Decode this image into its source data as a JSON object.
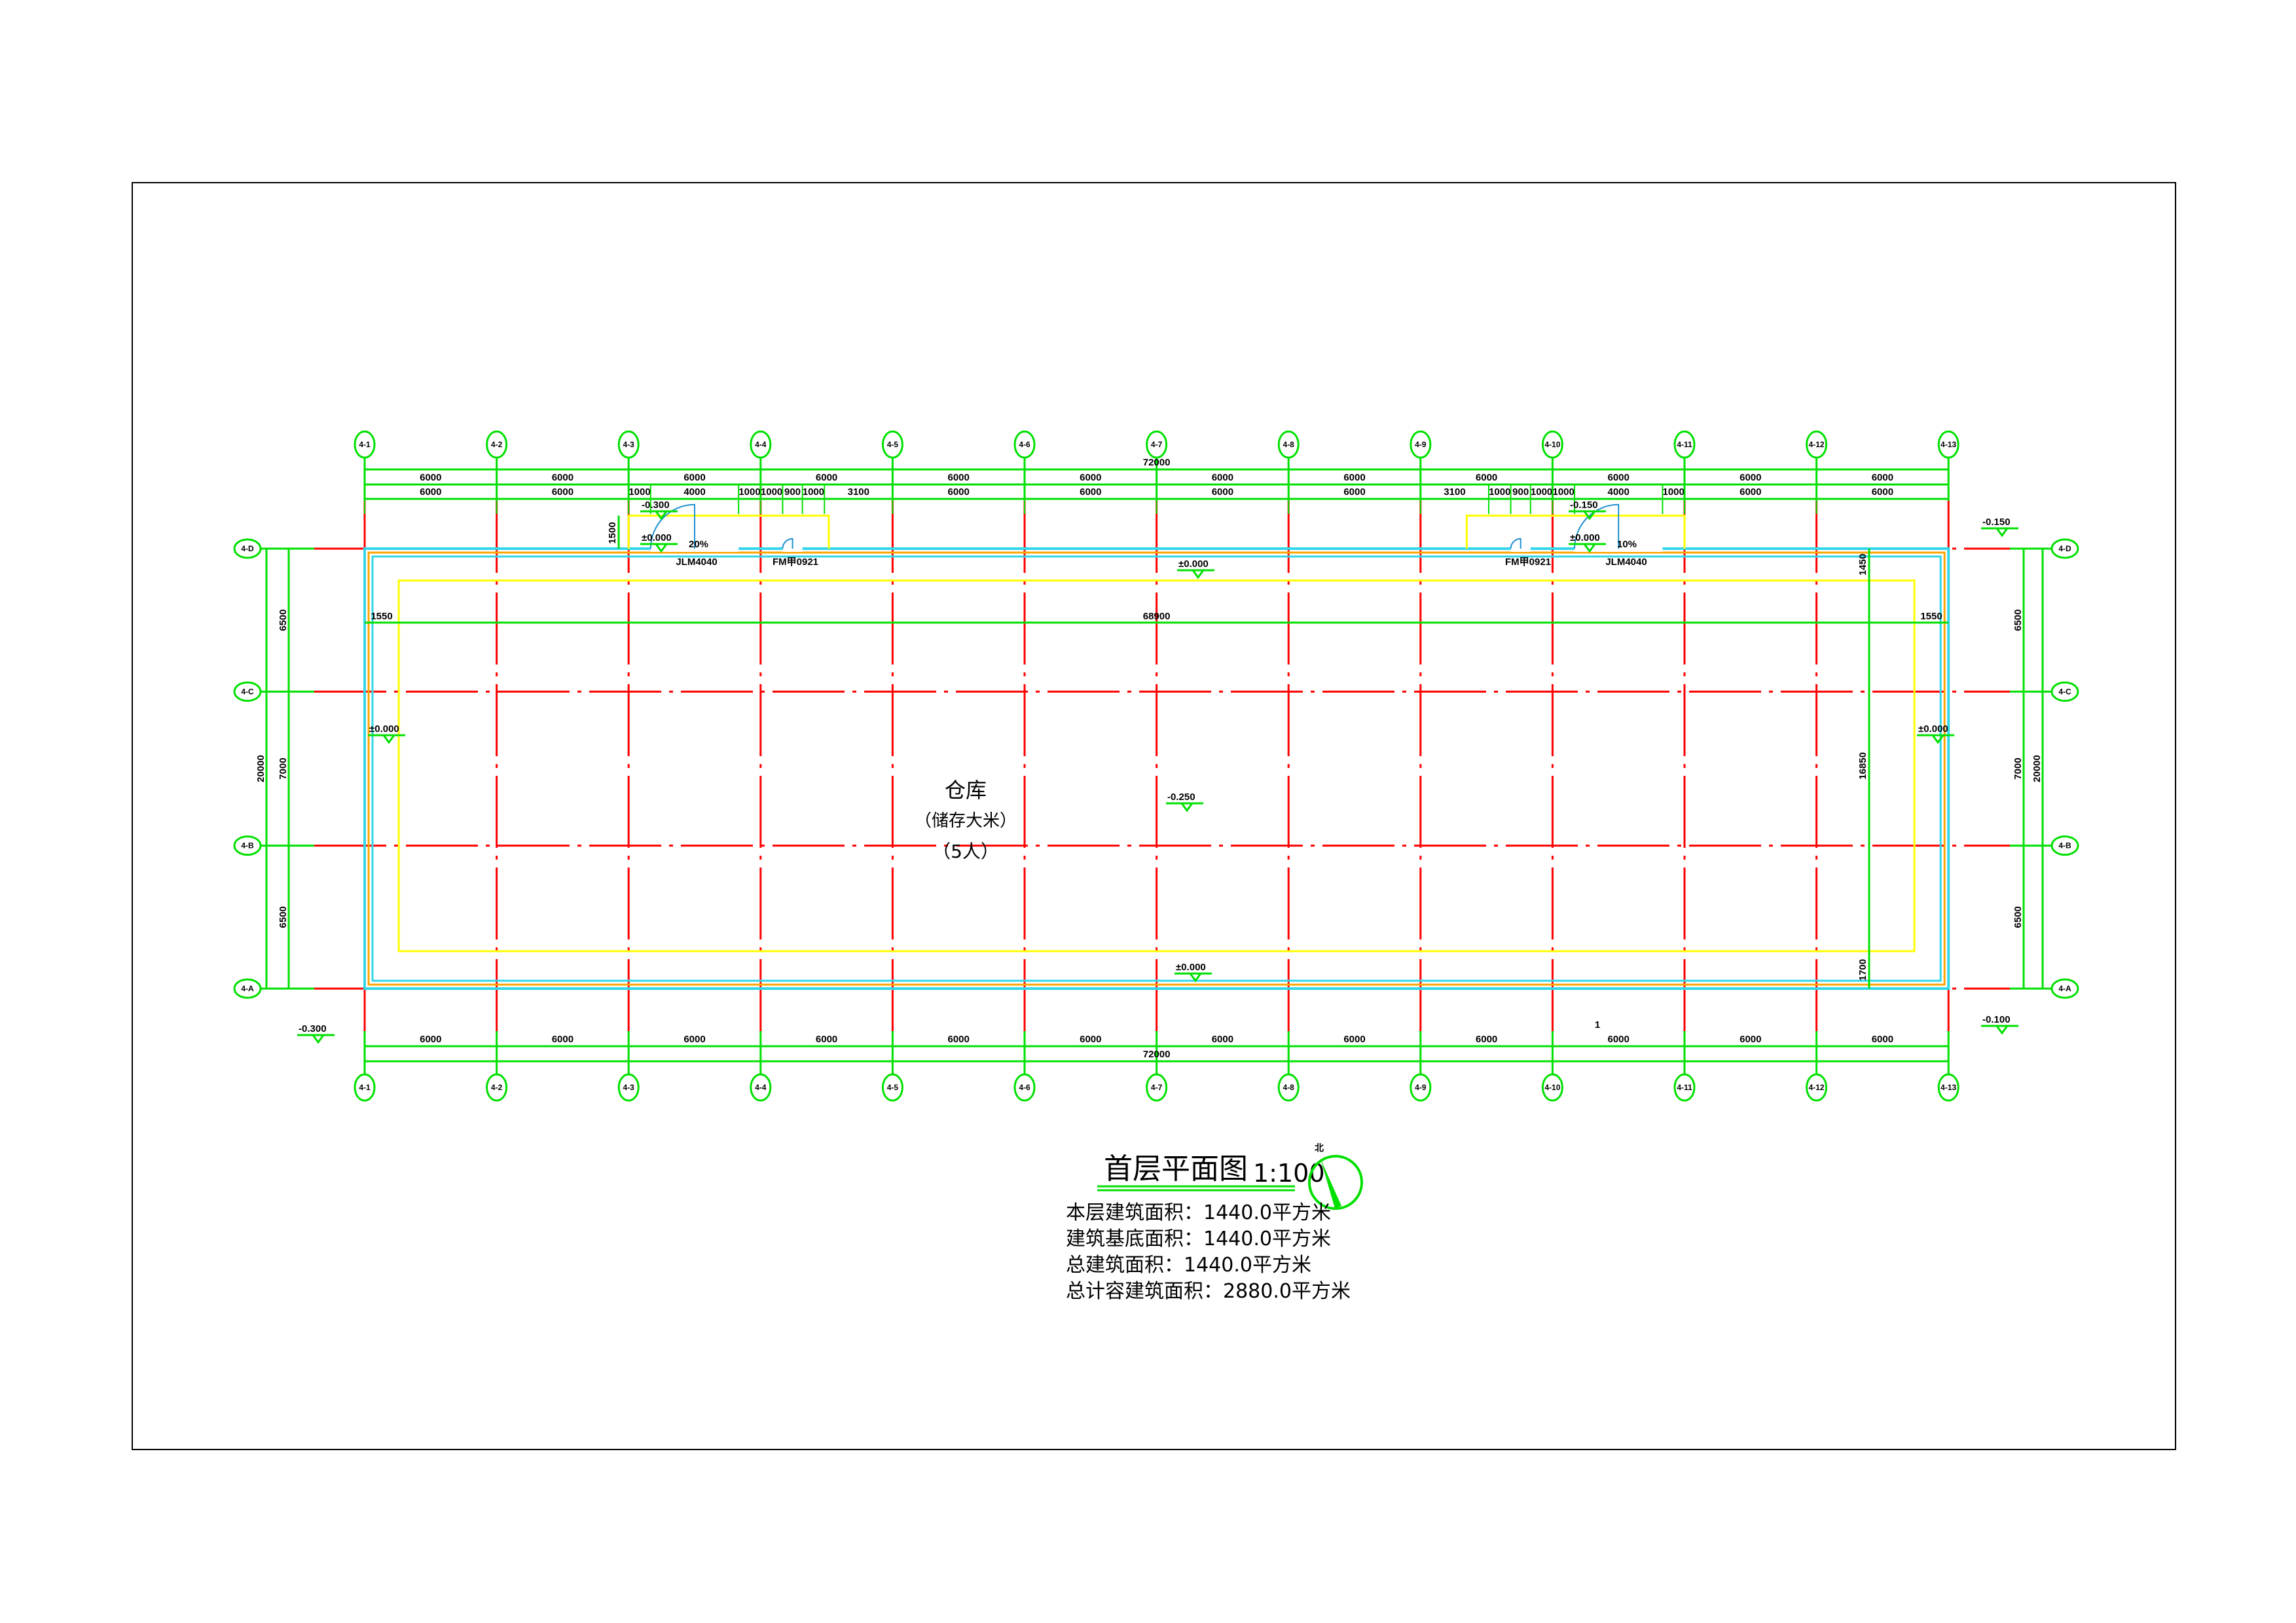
{
  "drawing": {
    "title": "首层平面图",
    "scale": "1:100",
    "north_label": "北",
    "stats": [
      "本层建筑面积：1440.0平方米",
      "建筑基底面积：1440.0平方米",
      "总建筑面积：1440.0平方米",
      "总计容建筑面积：2880.0平方米"
    ],
    "room": {
      "name": "仓库",
      "use": "（储存大米）",
      "occupancy": "（5人）"
    }
  },
  "axes": {
    "columns": [
      "4-1",
      "4-2",
      "4-3",
      "4-4",
      "4-5",
      "4-6",
      "4-7",
      "4-8",
      "4-9",
      "4-10",
      "4-11",
      "4-12",
      "4-13"
    ],
    "rows": [
      "4-D",
      "4-C",
      "4-B",
      "4-A"
    ]
  },
  "dimensions": {
    "top_total": "72000",
    "top_row1": [
      "6000",
      "6000",
      "6000",
      "6000",
      "6000",
      "6000",
      "6000",
      "6000",
      "6000",
      "6000",
      "6000",
      "6000"
    ],
    "top_row2": [
      "6000",
      "6000",
      "1000",
      "4000",
      "1000",
      "1000",
      "900",
      "1000",
      "3100",
      "6000",
      "6000",
      "6000",
      "6000",
      "3100",
      "1000",
      "900",
      "1000",
      "1000",
      "4000",
      "1000",
      "6000",
      "6000"
    ],
    "bottom_row": [
      "6000",
      "6000",
      "6000",
      "6000",
      "6000",
      "6000",
      "6000",
      "6000",
      "6000",
      "6000",
      "6000",
      "6000"
    ],
    "bottom_total": "72000",
    "left": {
      "total": "20000",
      "parts": [
        "6500",
        "7000",
        "6500"
      ]
    },
    "right": {
      "total": "20000",
      "parts": [
        "6500",
        "7000",
        "6500"
      ]
    },
    "inner": {
      "left_offset": "1550",
      "width": "68900",
      "right_offset": "1550",
      "top_offset": "1450",
      "height": "16850",
      "bottom_offset": "1700",
      "canopy_depth": "1500"
    },
    "bottom_mark": "1"
  },
  "elevations": {
    "left_canopy_outer": "-0.300",
    "left_canopy_inner": "±0.000",
    "right_canopy_outer": "-0.150",
    "right_canopy_inner": "±0.000",
    "right_top": "-0.150",
    "right_bottom": "-0.100",
    "left_bottom": "-0.300",
    "center_top": "±0.000",
    "center": "-0.250",
    "center_bottom": "±0.000",
    "left_side": "±0.000",
    "right_side": "±0.000"
  },
  "slopes": {
    "left": "20%",
    "right": "10%"
  },
  "doors": {
    "left_rolling": "JLM4040",
    "left_fire": "FM甲0921",
    "right_fire": "FM甲0921",
    "right_rolling": "JLM4040"
  },
  "colors": {
    "axis": "#ff0000",
    "dim": "#00e000",
    "wall": "#33d6e6",
    "inner": "#ffff00",
    "line": "#ffa500"
  }
}
